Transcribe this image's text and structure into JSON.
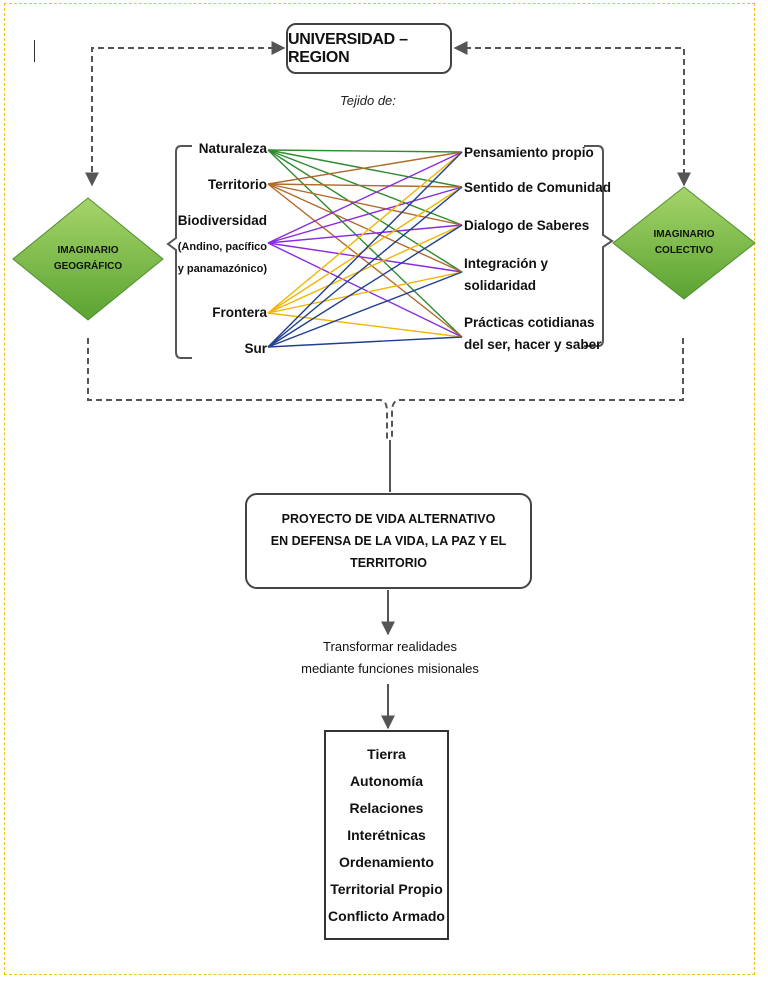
{
  "top_node": "UNIVERSIDAD – REGION",
  "tejido_label": "Tejido de:",
  "left_diamond": {
    "line1": "IMAGINARIO",
    "line2": "GEOGRÁFICO"
  },
  "right_diamond": {
    "line1": "IMAGINARIO",
    "line2": "COLECTIVO"
  },
  "left_items": [
    {
      "label": "Naturaleza",
      "color": "#2e8b2e"
    },
    {
      "label": "Territorio",
      "color": "#b06a2a"
    },
    {
      "label": "Biodiversidad",
      "sublines": [
        "(Andino, pacífico",
        "y panamazónico)"
      ],
      "color": "#8a2be2"
    },
    {
      "label": "Frontera",
      "color": "#f2b600"
    },
    {
      "label": "Sur",
      "color": "#1f3f8f"
    }
  ],
  "right_items": [
    {
      "lines": [
        "Pensamiento propio"
      ]
    },
    {
      "lines": [
        "Sentido de Comunidad"
      ]
    },
    {
      "lines": [
        "Dialogo de Saberes"
      ]
    },
    {
      "lines": [
        "Integración y",
        "solidaridad"
      ]
    },
    {
      "lines": [
        "Prácticas cotidianas",
        "del ser, hacer y saber"
      ]
    }
  ],
  "proyecto_box": [
    "PROYECTO DE VIDA ALTERNATIVO",
    "EN DEFENSA DE LA VIDA, LA PAZ Y EL",
    "TERRITORIO"
  ],
  "transformar_label": [
    "Transformar realidades",
    "mediante funciones misionales"
  ],
  "result_box": [
    "Tierra",
    "Autonomía",
    "Relaciones",
    "Interétnicas",
    "Ordenamiento",
    "Territorial Propio",
    "Conflicto Armado"
  ],
  "colors": {
    "frame": "#f0c419",
    "diamond_top": "#a6d46a",
    "diamond_bottom": "#5aa332",
    "connector": "#555555"
  }
}
